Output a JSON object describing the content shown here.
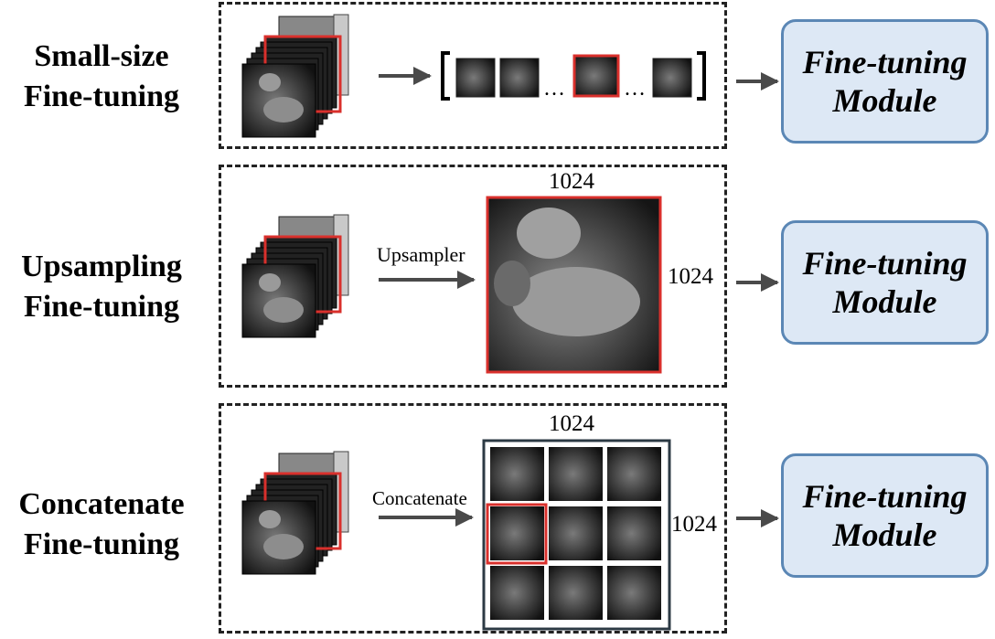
{
  "rows": [
    {
      "name": "small-size",
      "label_lines": [
        "Small-size",
        "Fine-tuning"
      ],
      "module_lines": [
        "Fine-tuning",
        "Module"
      ],
      "ellipsis": [
        "…",
        "…"
      ]
    },
    {
      "name": "upsampling",
      "label_lines": [
        "Upsampling",
        "Fine-tuning"
      ],
      "module_lines": [
        "Fine-tuning",
        "Module"
      ],
      "operation": "Upsampler",
      "width_dim": "1024",
      "height_dim": "1024"
    },
    {
      "name": "concatenate",
      "label_lines": [
        "Concatenate",
        "Fine-tuning"
      ],
      "module_lines": [
        "Fine-tuning",
        "Module"
      ],
      "operation": "Concatenate",
      "width_dim": "1024",
      "height_dim": "1024"
    }
  ],
  "colors": {
    "highlight": "#d9302c",
    "module_fill": "#dde8f5",
    "module_border": "#5b87b5",
    "arrow": "#4a4a4a",
    "grid_border": "#2c3a44"
  }
}
